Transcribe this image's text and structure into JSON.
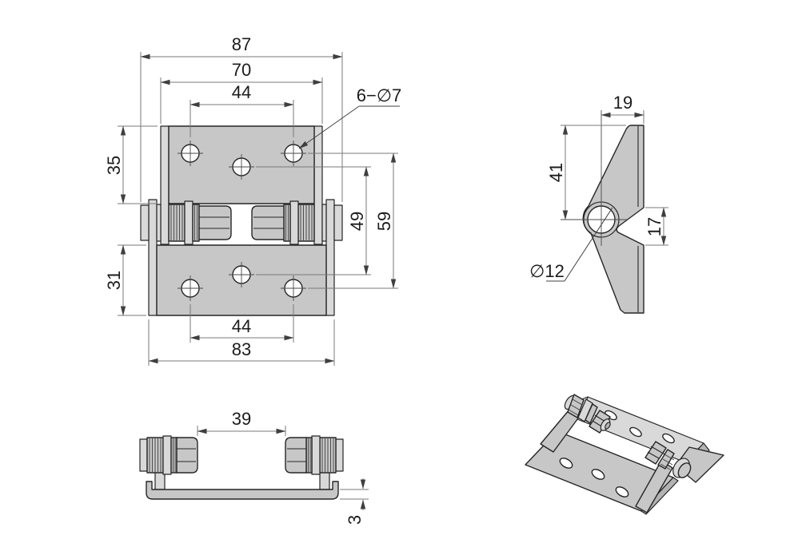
{
  "colors": {
    "background": "#ffffff",
    "plate_fill": "#c7c7c7",
    "plate_light": "#d9d9d9",
    "outline": "#262626",
    "dim_line": "#787878",
    "text": "#1c1c1c"
  },
  "views": {
    "front": {
      "dimensions": {
        "overall_width": "87",
        "flange_width": "70",
        "hole_spacing_top": "44",
        "hole_callout": "6−∅7",
        "top_plate_height": "35",
        "bottom_plate_height": "31",
        "inner_hole_span": "49",
        "outer_hole_span": "59",
        "hole_spacing_bottom": "44",
        "bottom_plate_width": "83"
      }
    },
    "side": {
      "dimensions": {
        "tab_width": "19",
        "tab_height": "41",
        "plate_gap": "17",
        "pin_diameter": "∅12"
      }
    },
    "bottom": {
      "dimensions": {
        "nut_clearance": "39",
        "plate_thickness": "3"
      }
    }
  }
}
